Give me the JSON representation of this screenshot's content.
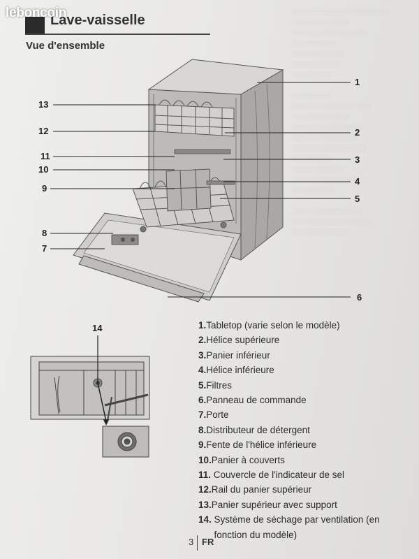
{
  "watermark": "leboncoin",
  "section": {
    "title": "Lave-vaisselle",
    "subtitle": "Vue d'ensemble"
  },
  "callouts": [
    "1",
    "2",
    "3",
    "4",
    "5",
    "6",
    "7",
    "8",
    "9",
    "10",
    "11",
    "12",
    "13"
  ],
  "detail_callout": "14",
  "legend": [
    {
      "num": "1.",
      "text": "Tabletop (varie selon le modèle)"
    },
    {
      "num": "2.",
      "text": "Hélice supérieure"
    },
    {
      "num": "3.",
      "text": "Panier inférieur"
    },
    {
      "num": "4.",
      "text": "Hélice inférieure"
    },
    {
      "num": "5.",
      "text": "Filtres"
    },
    {
      "num": "6.",
      "text": "Panneau de commande"
    },
    {
      "num": "7.",
      "text": "Porte"
    },
    {
      "num": "8.",
      "text": "Distributeur de détergent"
    },
    {
      "num": "9.",
      "text": "Fente de l'hélice inférieure"
    },
    {
      "num": "10.",
      "text": "Panier à couverts"
    },
    {
      "num": "11. ",
      "text": "Couvercle de l'indicateur de sel"
    },
    {
      "num": "12.",
      "text": "Rail du panier supérieur"
    },
    {
      "num": "13.",
      "text": "Panier supérieur avec support"
    },
    {
      "num": "14. ",
      "text": "Système de séchage par ventilation (en fonction du modèle)"
    }
  ],
  "footer": {
    "page": "3",
    "lang": "FR"
  },
  "colors": {
    "paper": "#e9e8e6",
    "ink": "#2b2b2b",
    "diagram_fill": "#c9c8c5"
  }
}
